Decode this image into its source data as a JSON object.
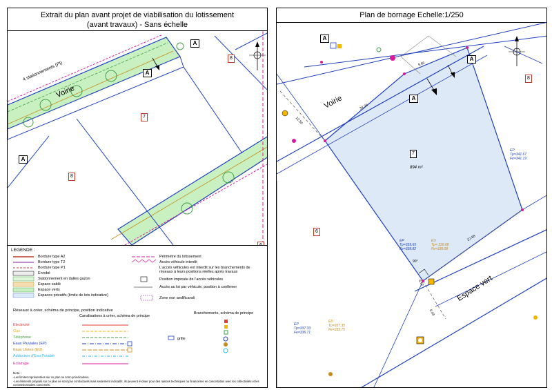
{
  "left_panel": {
    "title_line1": "Extrait du plan avant projet de viabilisation du lotissement",
    "title_line2": "(avant travaux) - Sans échelle",
    "voirie_label": "Voirie",
    "stationnement_label": "4 stationnements (PI)",
    "lots": [
      "8",
      "7",
      "8",
      "6"
    ],
    "access_marker": "A"
  },
  "right_panel": {
    "title": "Plan de bornage  Echelle:1/250",
    "voirie_label": "Voirie",
    "espace_vert_label": "Espace vert",
    "lot_number": "7",
    "lot_area": "894 m²",
    "lots": [
      "8",
      "6"
    ],
    "access_marker": "A",
    "ep_top_right": {
      "l1": "EP",
      "l2": "Tp=341.67",
      "l3": "Fe=341.19"
    },
    "ep_mid": {
      "l1": "EP",
      "l2": "Tp=339.65",
      "l3": "Fe=338.82"
    },
    "eu_mid": {
      "l1": "EU",
      "l2": "Tp= 339.68",
      "l3": "Fe=338.08"
    },
    "ep_bottom": {
      "l1": "EP",
      "l2": "Tp=337.33",
      "l3": "Fe=336.71"
    },
    "eu_bottom": {
      "l1": "EU",
      "l2": "Tp=337.35",
      "l3": "Fe=335.75"
    },
    "angle": "90°",
    "dims": [
      "27.68",
      "6.52",
      "6.43",
      "12.50",
      "9.65",
      "34.26"
    ]
  },
  "legend": {
    "title": "LEGENDE :",
    "items_left": [
      "Bordure type A2",
      "Bordure type T2",
      "Bordure type P1",
      "Enrobé",
      "Stationnement en dalles gazon",
      "Espace sablé",
      "Espace verts",
      "Espaces privatifs (limite de lots indicative)"
    ],
    "items_right": [
      "Périmètre du lotissement",
      "Accès véhicule interdit",
      "L'accès véhicules est interdit sur les branchements de réseaux à leurs positions réelles après travaux",
      "Position imposée de l'accès véhicules",
      "Accès au lot par véhicule, position à confirmer",
      "Zone non aedificandi"
    ],
    "networks_title": "Réseaux à créer, schéma de principe, position indicative",
    "canalisations_title": "Canalisations à créer, schéma de principe",
    "branchements_title": "Branchements, schéma de principe",
    "networks": [
      {
        "label": "Electricité",
        "color": "#e53935"
      },
      {
        "label": "Gaz",
        "color": "#f4b400"
      },
      {
        "label": "Téléphone",
        "color": "#43a047"
      },
      {
        "label": "Eaux Pluviales (EP)",
        "color": "#1e3fbf"
      },
      {
        "label": "Eaux Usées (EU)",
        "color": "#c98a1a"
      },
      {
        "label": "Adduction d'Eau Potable",
        "color": "#29b6f6"
      },
      {
        "label": "Eclairage",
        "color": "#d81b9c"
      }
    ],
    "grille_label": "grille",
    "note_label": "Note :",
    "note1": "-Les limites représentées sur ce plan ne sont qu'indicatives.",
    "note2": "-Les éléments projetés sur ce plan ne sont pas contractuels mais seulement indicatifs, ils peuvent évoluer pour des raisons techniques ou financières en concertation avec les collectivités et les concessionnaires concernés."
  }
}
